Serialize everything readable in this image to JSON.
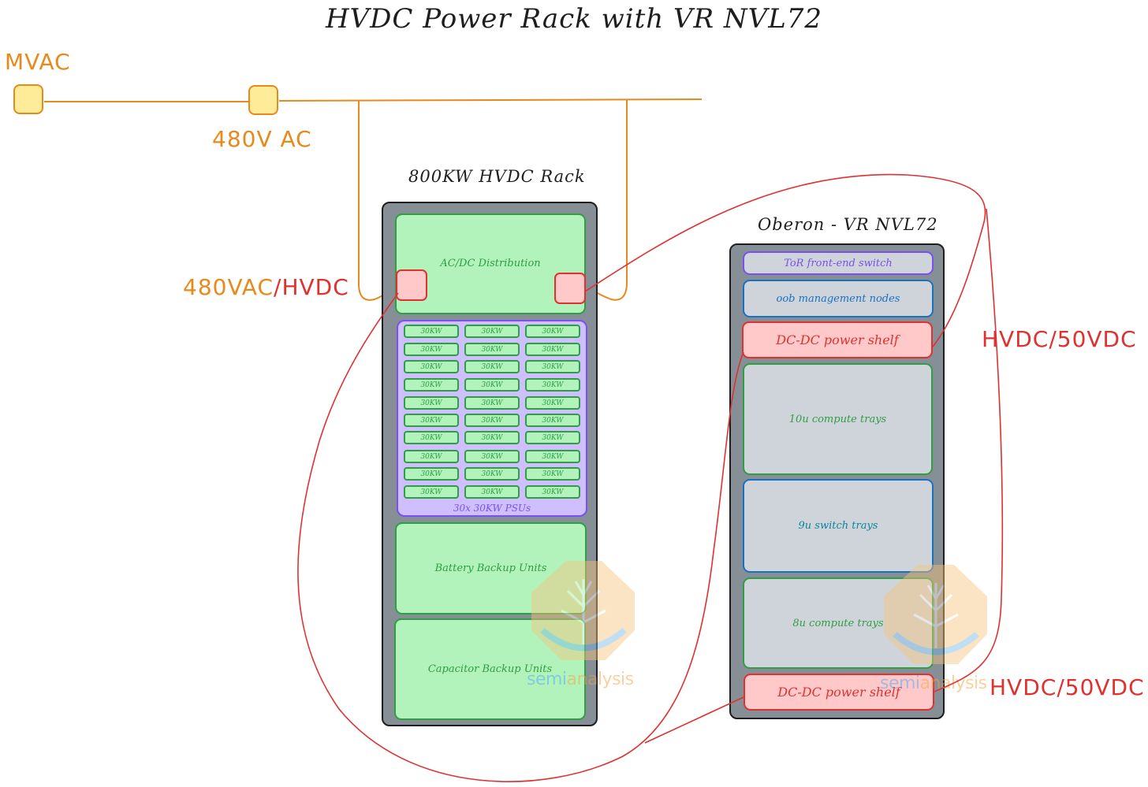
{
  "title": "HVDC Power Rack with VR NVL72",
  "labels": {
    "mvac": "MVAC",
    "ac480": "480V AC",
    "conv_orange": "480VAC",
    "conv_red": "/HVDC",
    "hvdc50_top": "HVDC/50VDC",
    "hvdc50_bottom": "HVDC/50VDC"
  },
  "hvdc_rack": {
    "title": "800KW HVDC Rack",
    "ac_dc": "AC/DC Distribution",
    "psu_label": "30KW",
    "psu_count": 30,
    "psu_caption": "30x 30KW PSUs",
    "battery": "Battery Backup Units",
    "capacitor": "Capacitor Backup Units"
  },
  "nvl_rack": {
    "title": "Oberon - VR NVL72",
    "tor": "ToR front-end switch",
    "oob": "oob management nodes",
    "dcdc_top": "DC-DC power shelf",
    "compute10": "10u compute trays",
    "switch9": "9u switch trays",
    "compute8": "8u compute trays",
    "dcdc_bottom": "DC-DC power shelf"
  },
  "watermark": {
    "part1": "semi",
    "part2": "analysis"
  },
  "colors": {
    "orange": "#e8891c",
    "red": "#e03131",
    "green": "#2f9e44",
    "purple": "#7950f2",
    "blue": "#1971c2"
  }
}
